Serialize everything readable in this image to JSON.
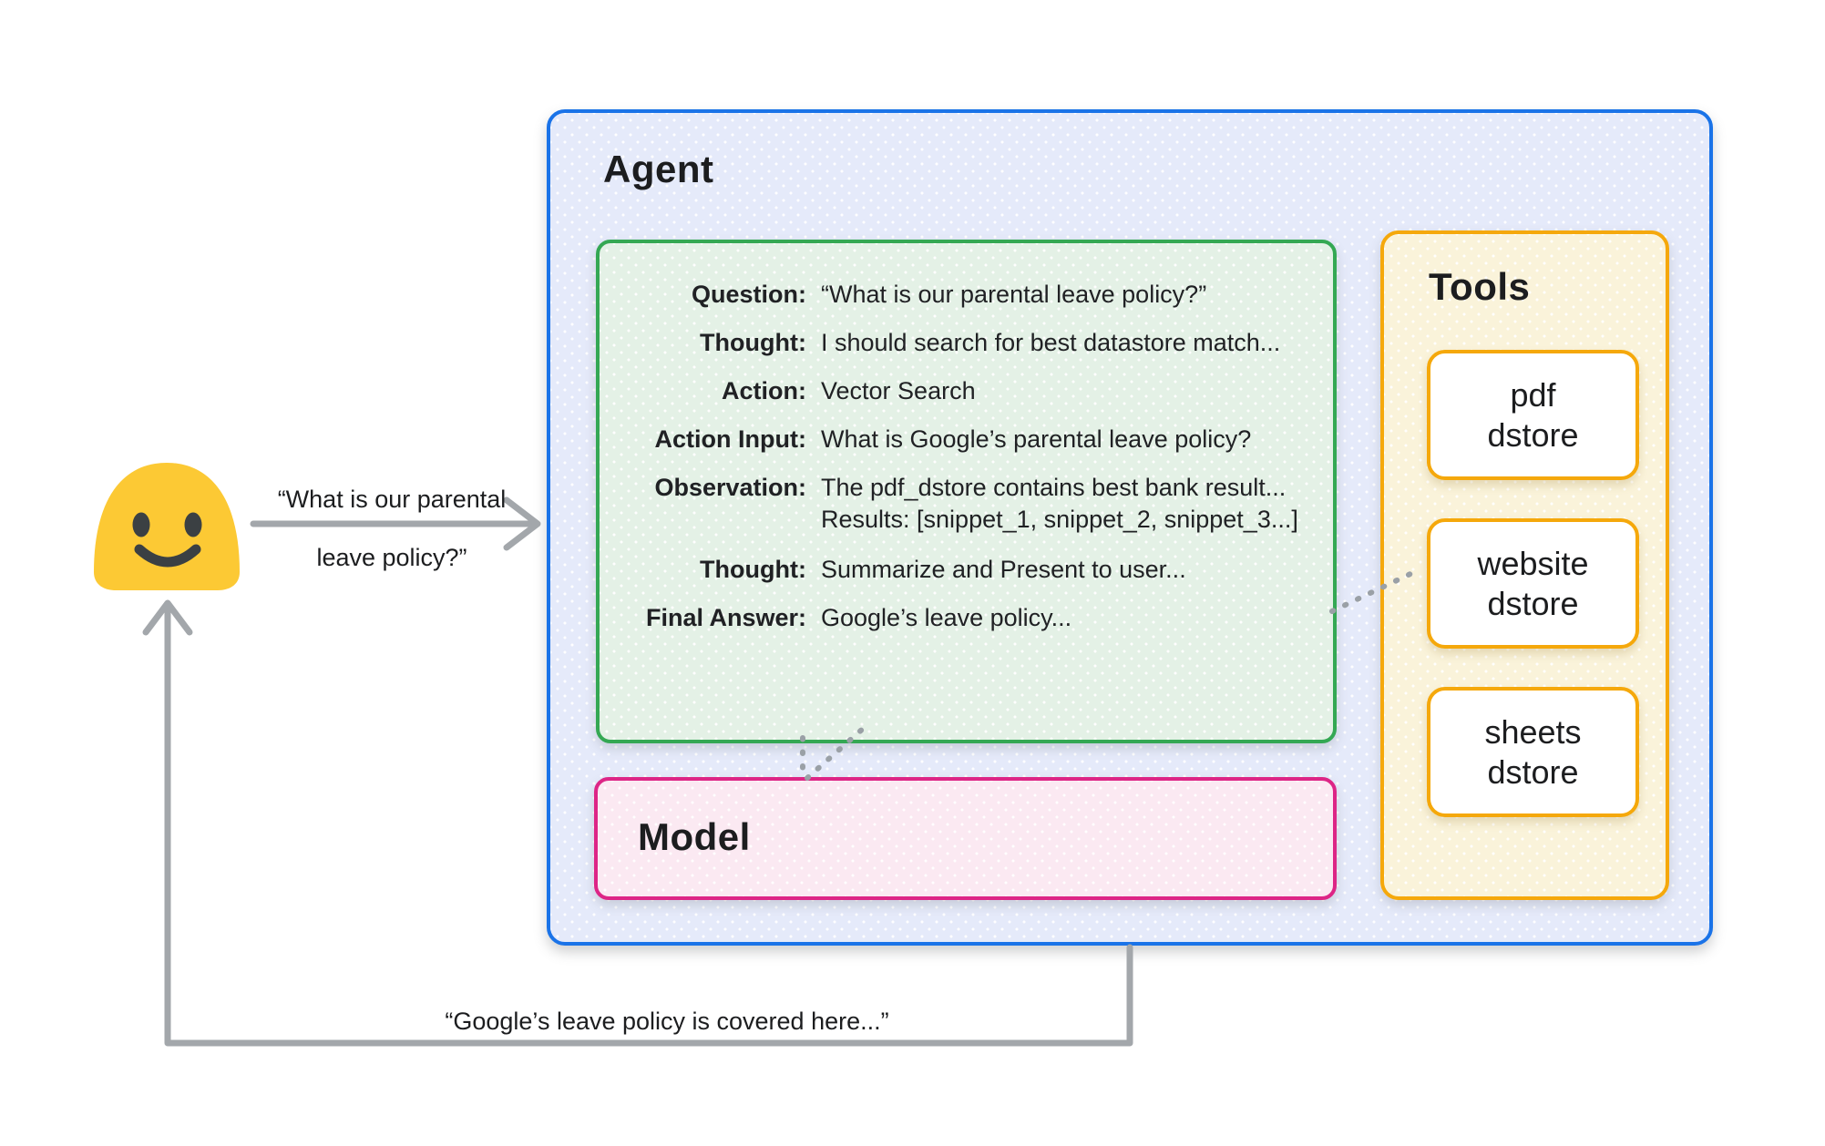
{
  "diagram_title": "Agent with model, scratchpad and datastore tools",
  "palette": {
    "agent_border": "#1a73e8",
    "agent_fill": "#e5eafa",
    "scratchpad_border": "#34a853",
    "scratchpad_fill": "#e4f1e6",
    "model_border": "#dd2586",
    "model_fill": "#fbe9f2",
    "tools_border": "#f5a80b",
    "tools_fill": "#faf3da",
    "arrow_gray": "#a3a7ab",
    "connector_gray": "#9aa0a6",
    "emoji_yellow": "#fcc934",
    "emoji_face": "#3b4043"
  },
  "user": {
    "emoji_name": "blob-smiley-emoji"
  },
  "request": {
    "label_line1": "“What is our parental",
    "label_line2": "leave policy?”"
  },
  "agent": {
    "title": "Agent"
  },
  "scratchpad": {
    "rows": [
      {
        "label": "Question:",
        "value": "“What is our parental leave policy?”"
      },
      {
        "label": "Thought:",
        "value": "I should search for best datastore match..."
      },
      {
        "label": "Action:",
        "value": "Vector Search"
      },
      {
        "label": "Action Input:",
        "value": "What is Google’s parental leave policy?"
      },
      {
        "label": "Observation:",
        "value": "The pdf_dstore contains best bank result...",
        "value2": "Results: [snippet_1, snippet_2, snippet_3...]"
      },
      {
        "label": "Thought:",
        "value": "Summarize and Present to user..."
      },
      {
        "label": "Final Answer:",
        "value": "Google’s leave policy..."
      }
    ]
  },
  "model": {
    "title": "Model"
  },
  "tools": {
    "title": "Tools",
    "items": [
      {
        "line1": "pdf",
        "line2": "dstore"
      },
      {
        "line1": "website",
        "line2": "dstore"
      },
      {
        "line1": "sheets",
        "line2": "dstore"
      }
    ]
  },
  "response": {
    "label": "“Google’s leave policy is covered here...”"
  }
}
